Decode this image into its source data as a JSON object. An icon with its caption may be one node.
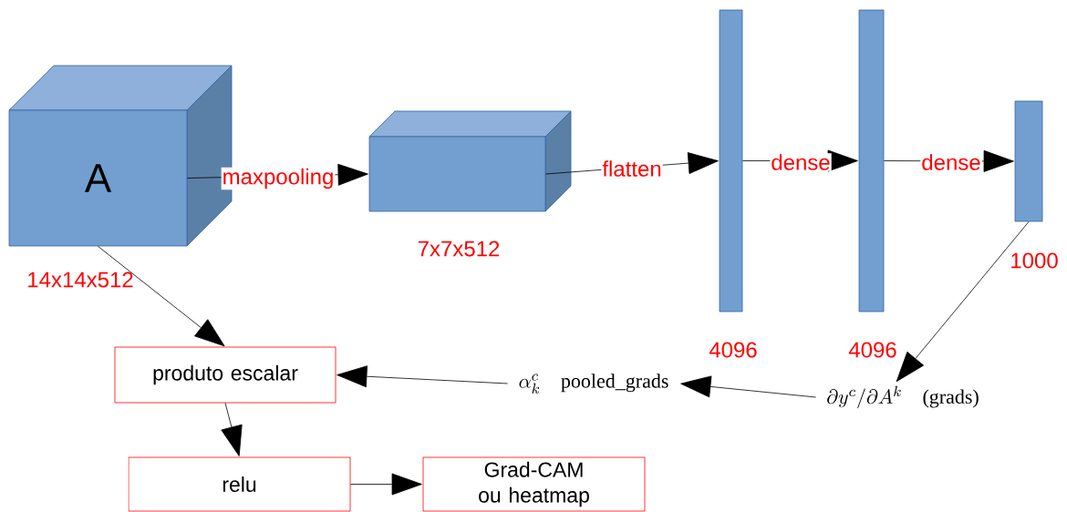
{
  "diagram": {
    "nodes": [
      {
        "text": [
          "A"
        ],
        "beside": [
          "14x14x512"
        ]
      },
      {
        "text": [],
        "shape": "box",
        "beside": [
          "7x7x512"
        ]
      },
      {
        "text": [],
        "shape": "bar",
        "beside": [
          "4096"
        ]
      },
      {
        "text": [],
        "shape": "bar",
        "beside": [
          "4096"
        ]
      },
      {
        "text": [],
        "shape": "bar",
        "beside": [
          "1000"
        ]
      },
      {
        "text": [
          "\\partial y^{c}/\\partial A^{k}",
          "(grads)"
        ]
      },
      {
        "text": [
          "\\alpha_{k}^{c}",
          "pooled_grads"
        ]
      },
      {
        "text": [
          "produto escalar"
        ]
      },
      {
        "text": [
          "relu"
        ]
      },
      {
        "text": [
          "Grad-CAM ou heatmap"
        ]
      }
    ],
    "edges": [
      {
        "from": 0,
        "to": 1,
        "arrow": "to",
        "label": "maxpooling"
      },
      {
        "from": 1,
        "to": 2,
        "arrow": "to",
        "label": "flatten"
      },
      {
        "from": 2,
        "to": 3,
        "arrow": "to",
        "label": "dense"
      },
      {
        "from": 3,
        "to": 4,
        "arrow": "to",
        "label": "dense"
      },
      {
        "from": 4,
        "to": 5,
        "arrow": "to"
      },
      {
        "from": 5,
        "to": 6,
        "arrow": "to"
      },
      {
        "from": 6,
        "to": 7,
        "arrow": "to"
      },
      {
        "from": 0,
        "to": 7,
        "arrow": "to"
      },
      {
        "from": 7,
        "to": 8,
        "arrow": "to"
      },
      {
        "from": 8,
        "to": 9,
        "arrow": "to"
      }
    ]
  }
}
